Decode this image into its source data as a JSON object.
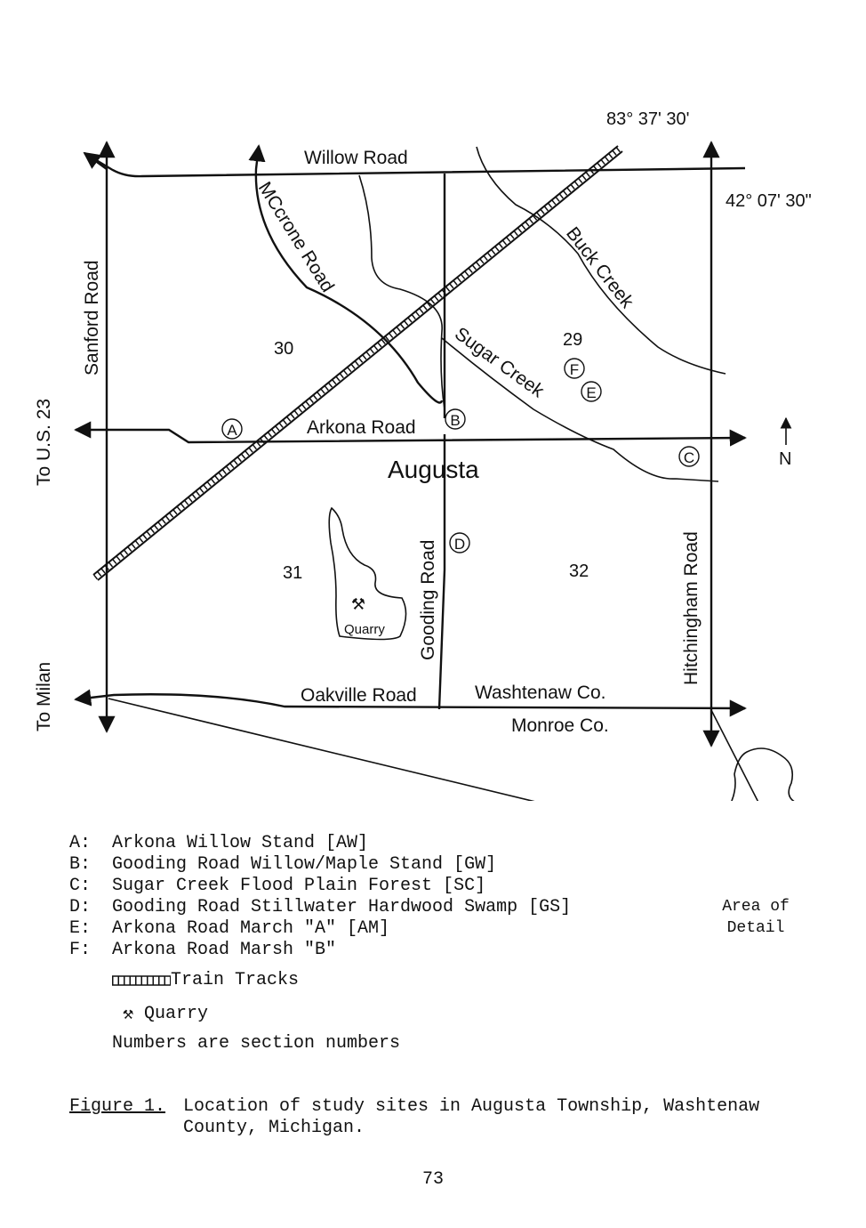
{
  "map": {
    "longitude": "83° 37' 30'",
    "latitude": "42° 07' 30\"",
    "roads": {
      "willow": "Willow Road",
      "mccrone": "MCcrone Road",
      "sanford": "Sanford Road",
      "arkona": "Arkona Road",
      "gooding": "Gooding Road",
      "hitchingham": "Hitchingham Road",
      "oakville": "Oakville Road"
    },
    "creeks": {
      "buck": "Buck Creek",
      "sugar": "Sugar Creek"
    },
    "town": "Augusta",
    "sections": [
      "30",
      "29",
      "31",
      "32"
    ],
    "sites": [
      "A",
      "B",
      "C",
      "D",
      "E",
      "F"
    ],
    "quarry": "Quarry",
    "north": "N",
    "to_us23": "To U.S. 23",
    "to_milan": "To Milan",
    "county_north": "Washtenaw Co.",
    "county_south": "Monroe Co."
  },
  "legend": {
    "sites": [
      {
        "key": "A:",
        "label": "Arkona Willow Stand [AW]"
      },
      {
        "key": "B:",
        "label": "Gooding Road Willow/Maple Stand [GW]"
      },
      {
        "key": "C:",
        "label": "Sugar Creek Flood Plain Forest [SC]"
      },
      {
        "key": "D:",
        "label": "Gooding Road Stillwater Hardwood Swamp [GS]"
      },
      {
        "key": "E:",
        "label": "Arkona Road March \"A\" [AM]"
      },
      {
        "key": "F:",
        "label": "Arkona Road Marsh \"B\""
      }
    ],
    "train_tracks": "Train Tracks",
    "quarry": "Quarry",
    "note": "Numbers are section numbers"
  },
  "inset": {
    "label_line1": "Area of",
    "label_line2": "Detail"
  },
  "caption": {
    "label": "Figure 1.",
    "text": "Location of study sites in Augusta Township, Washtenaw County, Michigan."
  },
  "page_number": "73"
}
